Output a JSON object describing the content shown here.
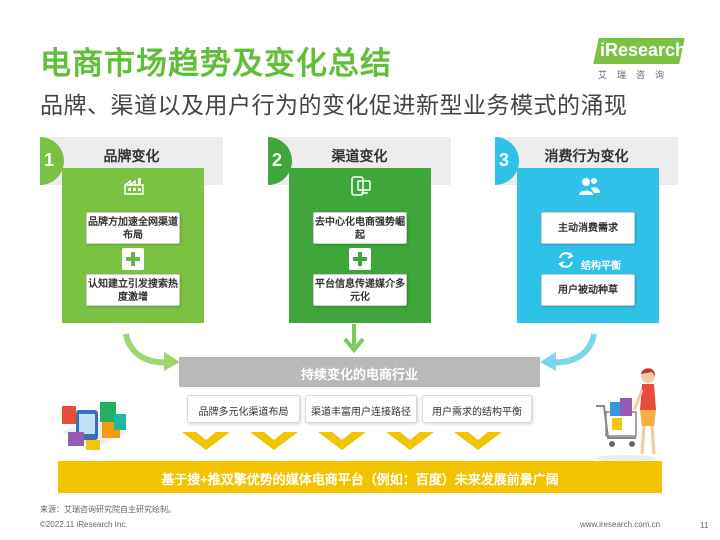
{
  "header": {
    "title": "电商市场趋势及变化总结",
    "subtitle": "品牌、渠道以及用户行为的变化促进新型业务模式的涌现"
  },
  "logo": {
    "text": "iResearch",
    "sub": "艾瑞咨询",
    "color": "#7cc242"
  },
  "columns": [
    {
      "number": "1",
      "label": "品牌变化",
      "icon": "factory-icon",
      "color": "#7cc242",
      "card1": "品牌方加速全网渠道布局",
      "card2": "认知建立引发搜索热度激增"
    },
    {
      "number": "2",
      "label": "渠道变化",
      "icon": "devices-icon",
      "color": "#3fa63b",
      "card1": "去中心化电商强势崛起",
      "card2": "平台信息传递媒介多元化"
    },
    {
      "number": "3",
      "label": "消费行为变化",
      "icon": "users-icon",
      "color": "#2fc2e8",
      "card1": "主动消费需求",
      "middle": "结构平衡",
      "card2": "用户被动种草"
    }
  ],
  "center": {
    "banner": "持续变化的电商行业",
    "items": [
      "品牌多元化渠道布局",
      "渠道丰富用户连接路径",
      "用户需求的结构平衡"
    ]
  },
  "bottom": {
    "text": "基于搜+推双擎优势的媒体电商平台（例如：百度）未来发展前景广阔",
    "color": "#f2c400"
  },
  "footer": {
    "source": "来源：艾瑞咨询研究院自主研究绘制。",
    "copyright": "©2022.11 iResearch Inc.",
    "website": "www.iresearch.com.cn",
    "page": "11"
  }
}
